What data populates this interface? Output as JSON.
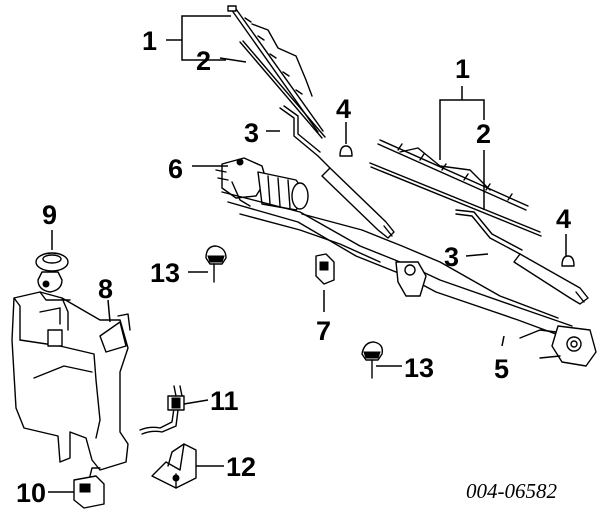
{
  "reference_number": "004-06582",
  "callouts": {
    "wiper_blade_left": "1",
    "blade_insert_left": "2",
    "wiper_blade_right": "1",
    "blade_insert_right": "2",
    "wiper_arm_left": "3",
    "wiper_arm_right": "3",
    "arm_cap_left": "4",
    "arm_cap_right": "4",
    "linkage": "5",
    "motor": "6",
    "clip": "7",
    "reservoir": "8",
    "grommet": "9",
    "pump": "10",
    "check_valve": "11",
    "bracket": "12",
    "nozzle_left": "13",
    "nozzle_right": "13"
  }
}
